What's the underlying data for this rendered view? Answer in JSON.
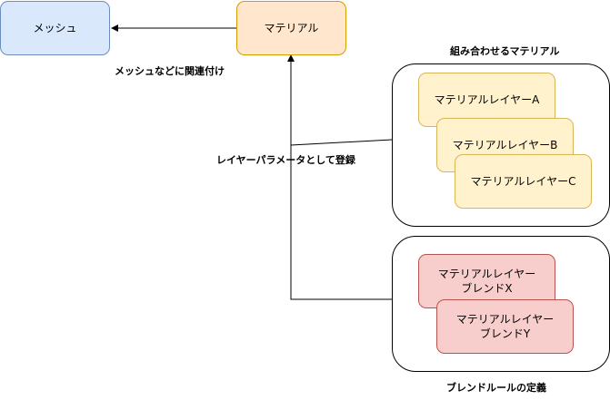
{
  "nodes": {
    "mesh": "メッシュ",
    "material": "マテリアル",
    "layer_a": "マテリアルレイヤーA",
    "layer_b": "マテリアルレイヤーB",
    "layer_c": "マテリアルレイヤーC",
    "blend_x_line1": "マテリアルレイヤー",
    "blend_x_line2": "ブレンドX",
    "blend_y_line1": "マテリアルレイヤー",
    "blend_y_line2": "ブレンドY"
  },
  "labels": {
    "mesh_link": "メッシュなどに関連付け",
    "combine_group": "組み合わせるマテリアル",
    "layer_param": "レイヤーパラメータとして登録",
    "blend_group": "ブレンドルールの定義"
  },
  "colors": {
    "mesh_fill": "#dae8fc",
    "material_fill": "#ffe6cc",
    "layer_fill": "#fff2cc",
    "blend_fill": "#f8cecc"
  }
}
